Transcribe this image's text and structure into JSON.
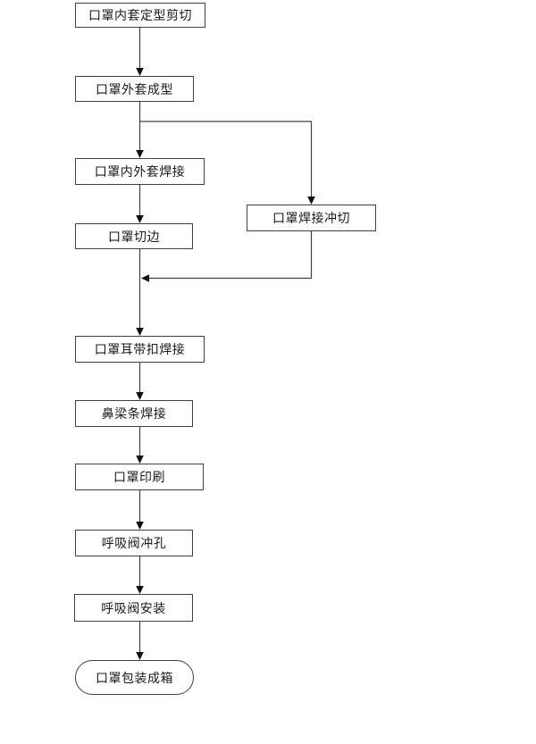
{
  "diagram": {
    "type": "flowchart",
    "colors": {
      "background": "#ffffff",
      "node_fill": "#ffffff",
      "node_border": "#404040",
      "connector_line": "#404040",
      "arrowhead": "#111111",
      "text": "#1a1a1a"
    },
    "nodes": [
      {
        "id": "inner-cover-shaping-cutting",
        "label": "口罩内套定型剪切",
        "shape": "rect"
      },
      {
        "id": "outer-cover-forming",
        "label": "口罩外套成型",
        "shape": "rect"
      },
      {
        "id": "inner-outer-cover-welding",
        "label": "口罩内外套焊接",
        "shape": "rect"
      },
      {
        "id": "mask-edge-trimming",
        "label": "口罩切边",
        "shape": "rect"
      },
      {
        "id": "mask-welding-punch-cutting",
        "label": "口罩焊接冲切",
        "shape": "rect"
      },
      {
        "id": "ear-strap-buckle-welding",
        "label": "口罩耳带扣焊接",
        "shape": "rect"
      },
      {
        "id": "nose-bridge-strip-welding",
        "label": "鼻梁条焊接",
        "shape": "rect"
      },
      {
        "id": "mask-printing",
        "label": "口罩印刷",
        "shape": "rect"
      },
      {
        "id": "breathing-valve-punching",
        "label": "呼吸阀冲孔",
        "shape": "rect"
      },
      {
        "id": "breathing-valve-installation",
        "label": "呼吸阀安装",
        "shape": "rect"
      },
      {
        "id": "mask-packing-into-cartons",
        "label": "口罩包装成箱",
        "shape": "rounded-terminal"
      }
    ],
    "edges": [
      {
        "from": "inner-cover-shaping-cutting",
        "to": "outer-cover-forming"
      },
      {
        "from": "outer-cover-forming",
        "to": "inner-outer-cover-welding"
      },
      {
        "from": "outer-cover-forming",
        "to": "mask-welding-punch-cutting"
      },
      {
        "from": "inner-outer-cover-welding",
        "to": "mask-edge-trimming"
      },
      {
        "from": "mask-edge-trimming",
        "to": "ear-strap-buckle-welding"
      },
      {
        "from": "mask-welding-punch-cutting",
        "to": "ear-strap-buckle-welding"
      },
      {
        "from": "ear-strap-buckle-welding",
        "to": "nose-bridge-strip-welding"
      },
      {
        "from": "nose-bridge-strip-welding",
        "to": "mask-printing"
      },
      {
        "from": "mask-printing",
        "to": "breathing-valve-punching"
      },
      {
        "from": "breathing-valve-punching",
        "to": "breathing-valve-installation"
      },
      {
        "from": "breathing-valve-installation",
        "to": "mask-packing-into-cartons"
      }
    ]
  }
}
